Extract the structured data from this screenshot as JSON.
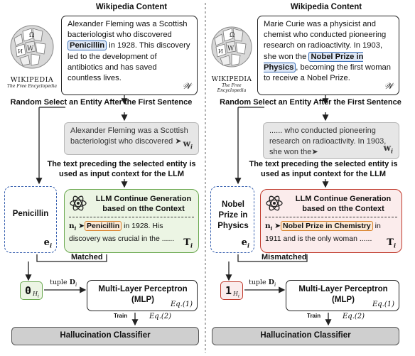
{
  "left": {
    "wiki_title": "Wikipedia Content",
    "wiki_text_1": "Alexander Fleming was a Scottish bacteriologist who discovered ",
    "entity": "Penicillin",
    "wiki_text_2": " in 1928. This discovery led to the development of antibiotics and has saved countless lives.",
    "wiki_symbol": "𝒲",
    "random_select": "Random Select an Entity After the First Sentence",
    "context_text": "Alexander Fleming was a Scottish bacteriologist who discovered ➤",
    "context_symbol": "w",
    "context_sub": "i",
    "preceding_note": "The text preceding the selected entity is used as input context for the LLM",
    "entity_box_label": "Penicillin",
    "entity_symbol": "e",
    "entity_sub": "i",
    "llm_title": "LLM Continue Generation based on tthe Context",
    "llm_n": "n",
    "llm_n_sub": "i",
    "llm_arrow": "➤",
    "llm_entity": "Penicillin",
    "llm_text": " in 1928. His discovery was crucial in the ......",
    "llm_symbol": "T",
    "llm_sub": "i",
    "match_label": "Matched",
    "label_value": "0",
    "label_sub": "H",
    "label_sub_i": "i",
    "tuple_label": "tuple",
    "tuple_symbol": "D",
    "tuple_sub": "i",
    "mlp_label": "Multi-Layer Perceptron (MLP)",
    "mlp_eq": "Eq.(1)",
    "train_label": "Train",
    "train_eq": "Eq.(2)",
    "classifier_label": "Hallucination Classifier"
  },
  "right": {
    "wiki_title": "Wikipedia Content",
    "wiki_text_1": "Marie Curie was a physicist and chemist who conducted pioneering research on radioactivity. In 1903, she won the ",
    "entity": "Nobel Prize in Physics",
    "wiki_text_2": ", becoming the first woman to receive a Nobel Prize.",
    "wiki_symbol": "𝒲",
    "random_select": "Random Select an Entity After the First Sentence",
    "context_text": "...... who conducted pioneering research on radioactivity. In 1903, she won the➤",
    "context_symbol": "w",
    "context_sub": "i",
    "preceding_note": "The text preceding the selected entity is used as input context for the LLM",
    "entity_box_label": "Nobel Prize in Physics",
    "entity_symbol": "e",
    "entity_sub": "i",
    "llm_title": "LLM Continue Generation based on tthe Context",
    "llm_n": "n",
    "llm_n_sub": "i",
    "llm_arrow": "➤",
    "llm_entity": "Nobel Prize in Chemistry",
    "llm_text": " in 1911 and is the only woman ......",
    "llm_symbol": "T",
    "llm_sub": "i",
    "match_label": "Mismatched",
    "label_value": "1",
    "label_sub": "H",
    "label_sub_i": "i",
    "tuple_label": "tuple",
    "tuple_symbol": "D",
    "tuple_sub": "i",
    "mlp_label": "Multi-Layer Perceptron (MLP)",
    "mlp_eq": "Eq.(1)",
    "train_label": "Train",
    "train_eq": "Eq.(2)",
    "classifier_label": "Hallucination Classifier"
  },
  "logo": {
    "wordmark": "WIKIPEDIA",
    "tagline": "The Free Encyclopedia"
  }
}
